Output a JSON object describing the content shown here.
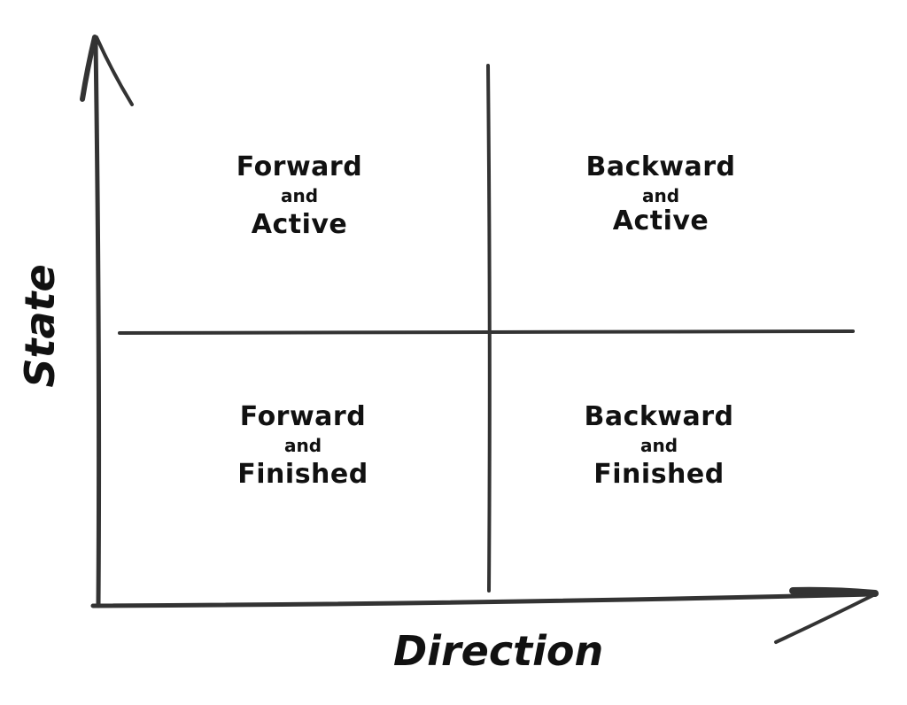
{
  "colors": {
    "ink": "#333333",
    "text": "#111111",
    "background": "#ffffff"
  },
  "axes": {
    "x_title": "Direction",
    "y_title": "State"
  },
  "quadrants": {
    "top_left": {
      "line1": "Forward",
      "connector": "and",
      "line2": "Active"
    },
    "top_right": {
      "line1": "Backward",
      "connector": "and",
      "line2": "Active"
    },
    "bottom_left": {
      "line1": "Forward",
      "connector": "and",
      "line2": "Finished"
    },
    "bottom_right": {
      "line1": "Backward",
      "connector": "and",
      "line2": "Finished"
    }
  }
}
